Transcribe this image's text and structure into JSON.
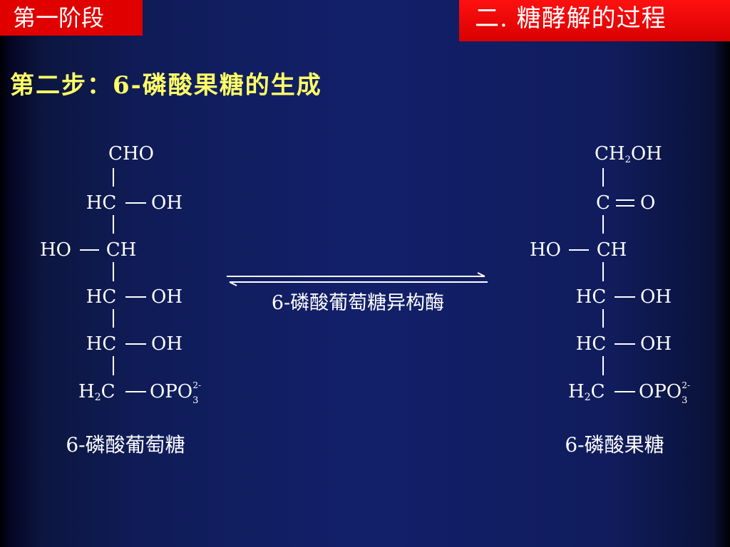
{
  "header": {
    "section_label": "第一阶段",
    "topic_title": "二. 糖酵解的过程"
  },
  "step_title": "第二步：6-磷酸果糖的生成",
  "reaction": {
    "enzyme": "6-磷酸葡萄糖异构酶",
    "reactant": {
      "name": "6-磷酸葡萄糖",
      "rows": [
        {
          "left": "",
          "center": "CHO",
          "right": ""
        },
        {
          "left": "",
          "center": "HC",
          "right": "OH"
        },
        {
          "left": "HO",
          "center": "CH",
          "right": ""
        },
        {
          "left": "",
          "center": "HC",
          "right": "OH"
        },
        {
          "left": "",
          "center": "HC",
          "right": "OH"
        },
        {
          "left": "",
          "center": "H",
          "center_sub": "2",
          "center_tail": "C",
          "right": "OPO",
          "right_sub": "3",
          "right_sup": "2-"
        }
      ]
    },
    "product": {
      "name": "6-磷酸果糖",
      "rows": [
        {
          "left": "",
          "center": "CH",
          "center_sub": "2",
          "center_tail": "OH",
          "right": ""
        },
        {
          "left": "",
          "center": "C",
          "right": "O",
          "double_bond": true
        },
        {
          "left": "HO",
          "center": "CH",
          "right": ""
        },
        {
          "left": "",
          "center": "HC",
          "right": "OH"
        },
        {
          "left": "",
          "center": "HC",
          "right": "OH"
        },
        {
          "left": "",
          "center": "H",
          "center_sub": "2",
          "center_tail": "C",
          "right": "OPO",
          "right_sub": "3",
          "right_sup": "2-"
        }
      ]
    }
  },
  "colors": {
    "tag_background": "#e00000",
    "subtitle": "#ffff66",
    "background_center": "#12206a",
    "structure": "#ffffff"
  }
}
